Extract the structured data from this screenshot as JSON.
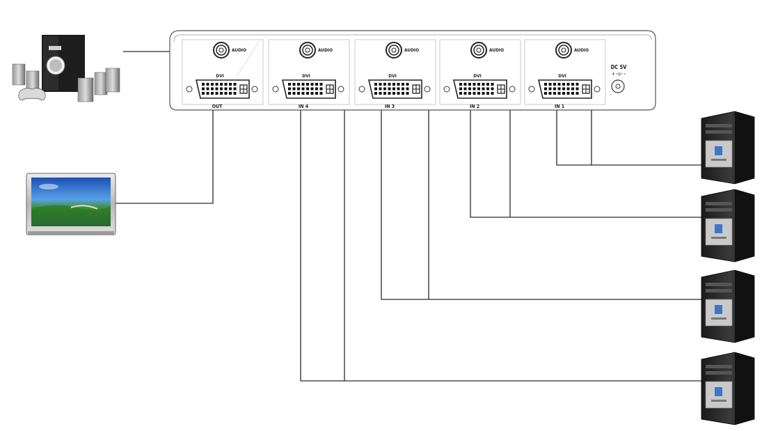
{
  "switch_panel": {
    "ports": [
      {
        "id": "out",
        "audio_label": "AUDIO",
        "dvi_label": "DVI",
        "port_label": "OUT"
      },
      {
        "id": "in4",
        "audio_label": "AUDIO",
        "dvi_label": "DVI",
        "port_label": "IN 4"
      },
      {
        "id": "in3",
        "audio_label": "AUDIO",
        "dvi_label": "DVI",
        "port_label": "IN 3"
      },
      {
        "id": "in2",
        "audio_label": "AUDIO",
        "dvi_label": "DVI",
        "port_label": "IN 2"
      },
      {
        "id": "in1",
        "audio_label": "AUDIO",
        "dvi_label": "DVI",
        "port_label": "IN 1"
      }
    ],
    "power_label": "DC 5V",
    "polarity_label": "+ -◎- -"
  },
  "devices": {
    "speakers": "speaker-system",
    "monitor": "flat-panel-display",
    "computers": [
      "computer-1",
      "computer-2",
      "computer-3",
      "computer-4"
    ]
  },
  "colors": {
    "line": "#2a2a2a",
    "panel_stroke": "#555555",
    "background": "#ffffff"
  }
}
